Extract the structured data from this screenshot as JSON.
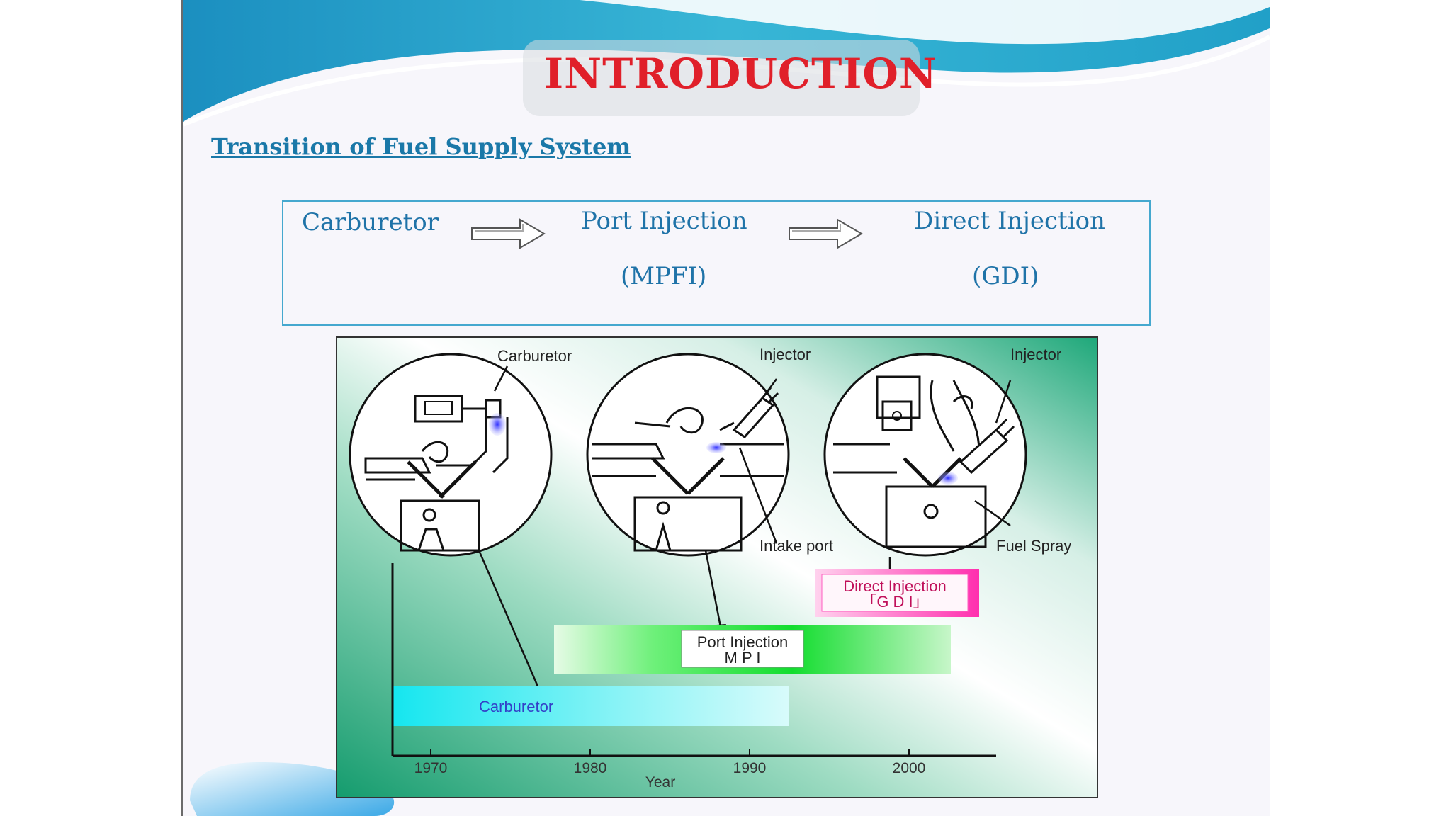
{
  "slide": {
    "title": "INTRODUCTION",
    "subtitle": "Transition of Fuel Supply System"
  },
  "flow": {
    "steps": [
      {
        "line1": "Carburetor",
        "line2": ""
      },
      {
        "line1": "Port Injection",
        "line2": "(MPFI)"
      },
      {
        "line1": "Direct Injection",
        "line2": "(GDI)"
      }
    ]
  },
  "figure": {
    "callouts": {
      "carburetor": "Carburetor",
      "injector_port": "Injector",
      "injector_direct": "Injector",
      "intake_port": "Intake port",
      "fuel_spray": "Fuel Spray"
    },
    "timeline": {
      "axis_label": "Year",
      "ticks": [
        "1970",
        "1980",
        "1990",
        "2000"
      ],
      "bars": [
        {
          "label_line1": "Carburetor",
          "label_line2": "",
          "color": "#2fe8f0"
        },
        {
          "label_line1": "Port Injection",
          "label_line2": "M P I",
          "color": "#12dd2e"
        },
        {
          "label_line1": "Direct Injection",
          "label_line2": "「G D I」",
          "color": "#ff3fb2"
        }
      ]
    }
  },
  "colors": {
    "title_red": "#e0202a",
    "accent_blue": "#1f73a8",
    "wave_teal": "#2aa3c8"
  }
}
